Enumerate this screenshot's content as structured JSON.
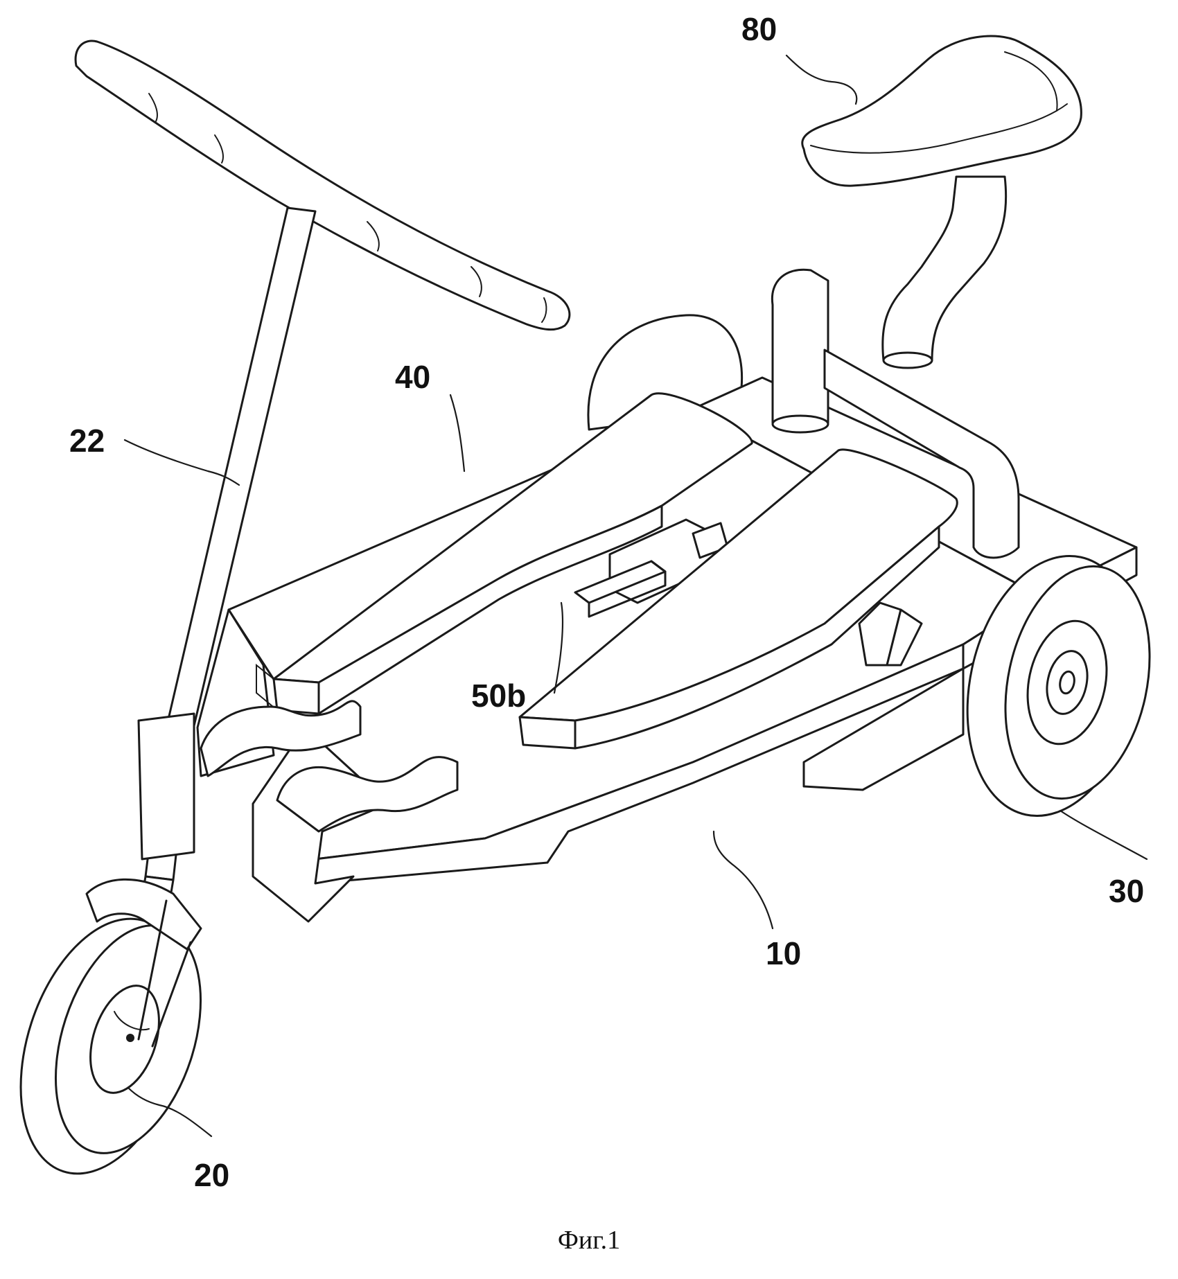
{
  "figure": {
    "caption": "Фиг.1",
    "labels": {
      "handlebar_stem": "22",
      "front_wheel": "20",
      "rear_wheel": "30",
      "frame": "10",
      "left_pedal": "40",
      "link": "50b",
      "seat": "80"
    }
  }
}
